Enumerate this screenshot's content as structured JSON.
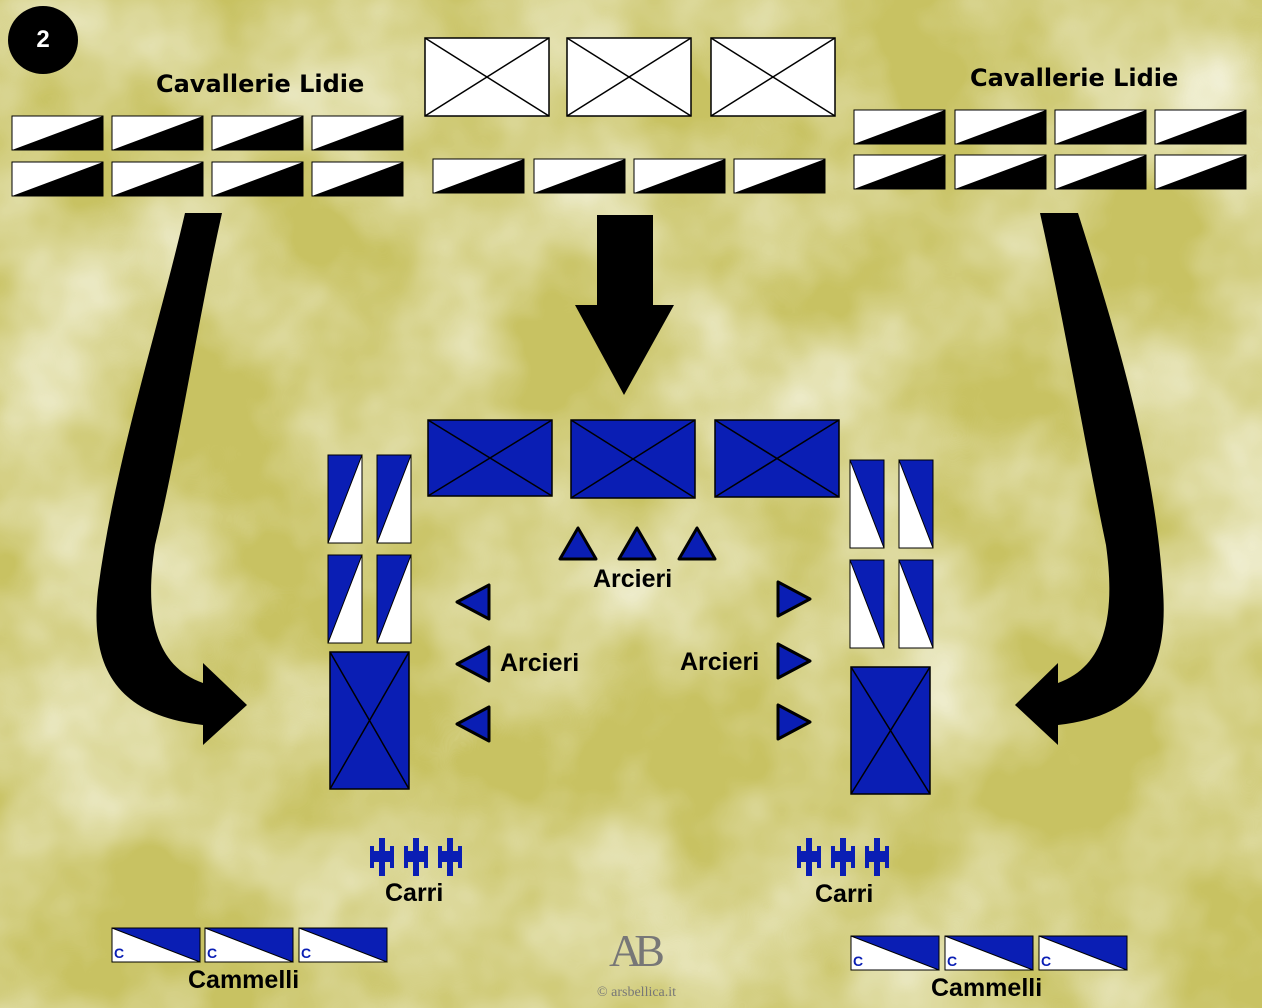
{
  "scenario": {
    "step": "2"
  },
  "labels": {
    "cav_left": "Cavallerie Lidie",
    "cav_right": "Cavallerie Lidie",
    "archers_center": "Arcieri",
    "archers_left": "Arcieri",
    "archers_right": "Arcieri",
    "chariots_left": "Carri",
    "chariots_right": "Carri",
    "camels_left": "Cammelli",
    "camels_right": "Cammelli",
    "camel_unit": "C"
  },
  "colors": {
    "background": "#c8c262",
    "persian": "#0a1eb4",
    "lydian_dark": "#000000",
    "lydian_light": "#ffffff"
  },
  "logo": {
    "mark": "AB",
    "credit": "© arsbellica.it"
  }
}
